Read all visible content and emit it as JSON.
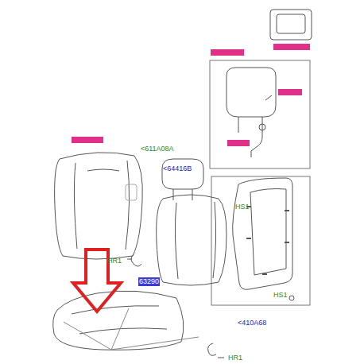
{
  "diagram": {
    "labels": [
      "<611A08A",
      "<64416B",
      "HS1",
      "HS1",
      "HR1",
      "63290",
      "HR1",
      "<410A68"
    ]
  }
}
